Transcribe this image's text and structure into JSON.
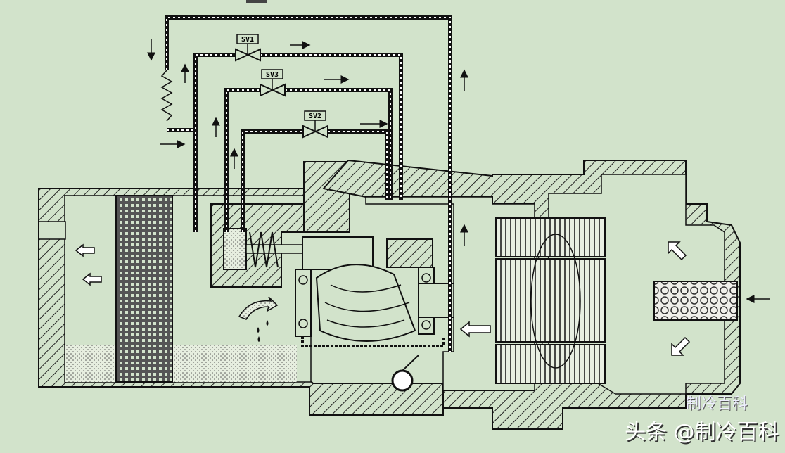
{
  "diagram": {
    "valves": [
      {
        "label": "SV1"
      },
      {
        "label": "SV3"
      },
      {
        "label": "SV2"
      }
    ],
    "colors": {
      "background": "#d2e3cb",
      "line": "#1a1a1a"
    }
  },
  "watermark": {
    "text": "头条 @制冷百科",
    "logo_text": "制冷百科"
  }
}
